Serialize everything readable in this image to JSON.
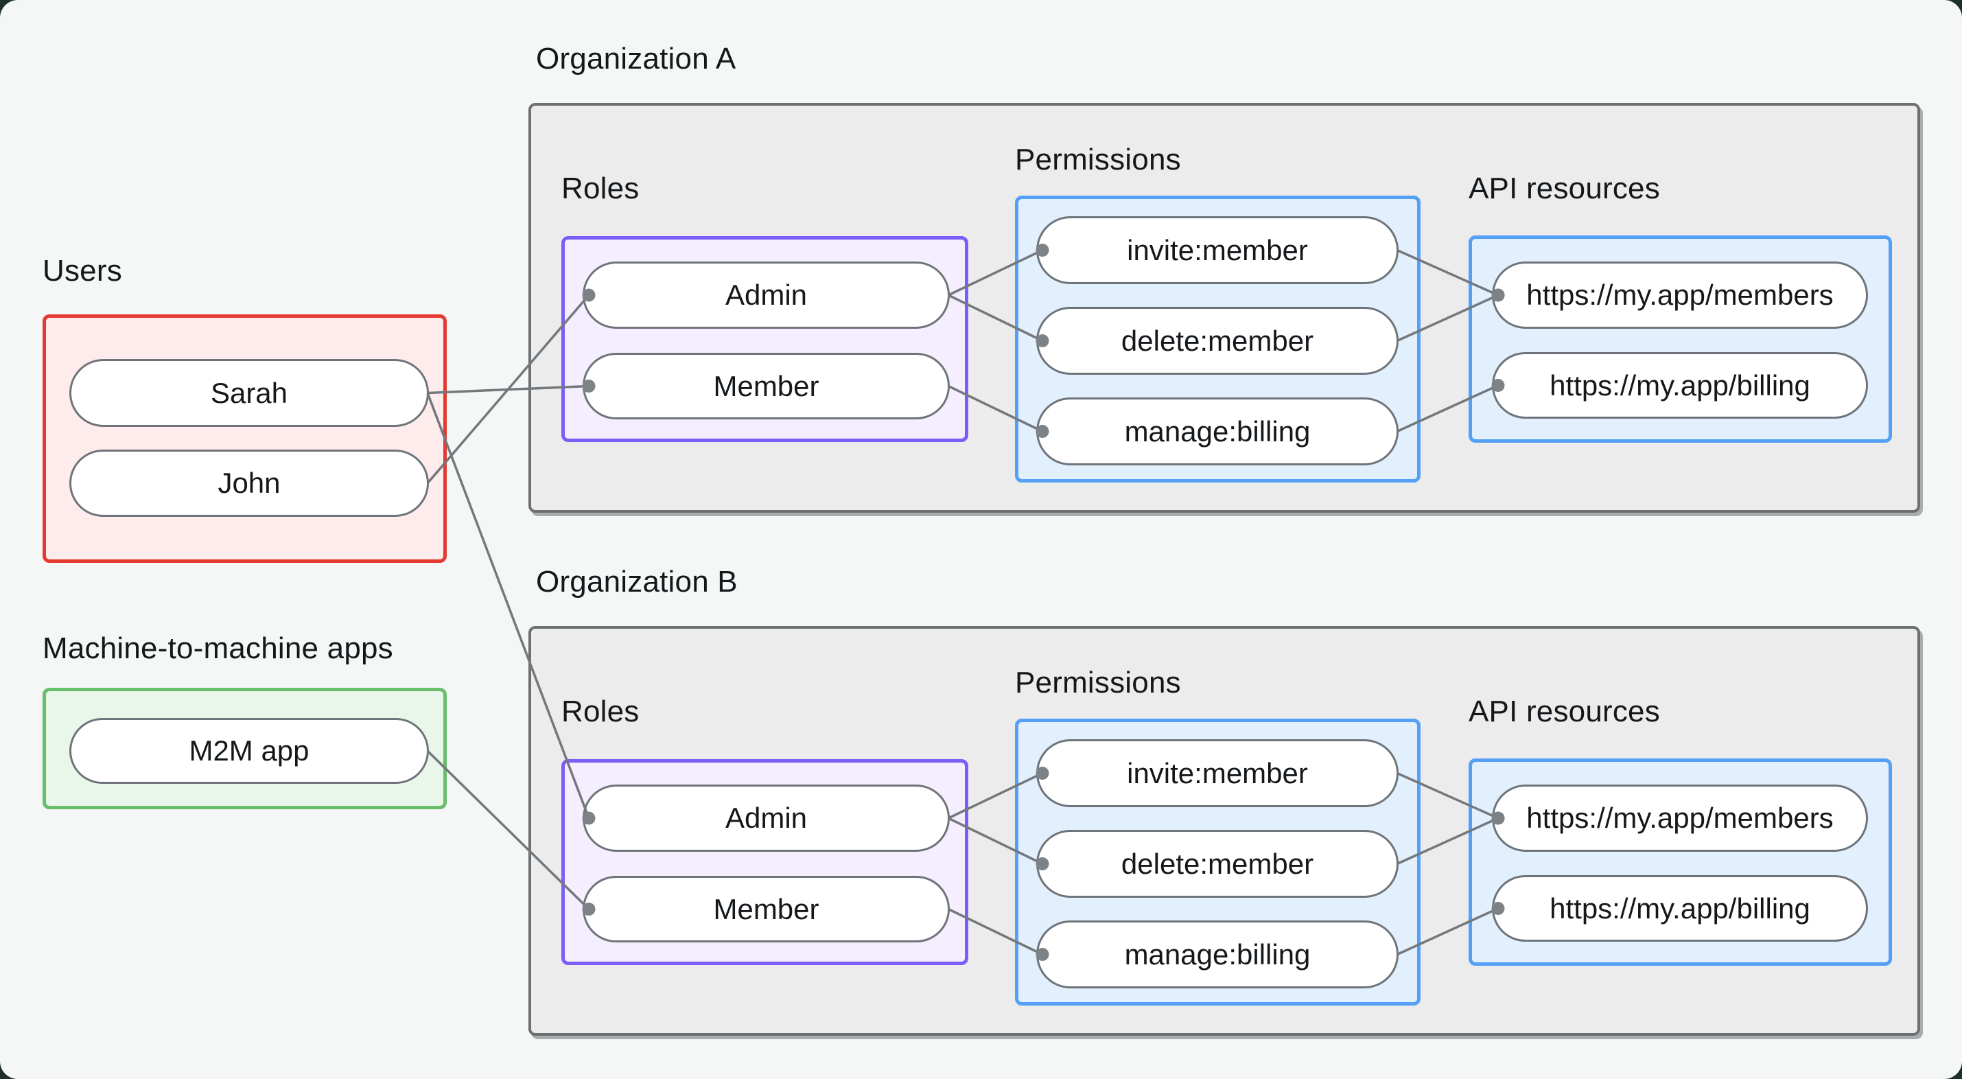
{
  "canvas": {
    "background": "#f5f7f6",
    "frame_color": "#1d3127"
  },
  "colors": {
    "org_fill": "#ececec",
    "org_border": "#6c7073",
    "users_fill": "#fdeceb",
    "users_border": "#e33b31",
    "m2m_fill": "#e9f6ea",
    "m2m_border": "#68bf6b",
    "roles_fill": "#f4eefe",
    "roles_border": "#7b5ef7",
    "blue_fill": "#e2f0fd",
    "blue_border": "#54a0f6",
    "pill_fill": "#ffffff",
    "pill_border": "#6f747a",
    "edge_line": "#74787c",
    "edge_dot": "#7d8287",
    "text": "#15181b"
  },
  "users": {
    "label": "Users",
    "nodes": [
      {
        "id": "sarah",
        "label": "Sarah"
      },
      {
        "id": "john",
        "label": "John"
      }
    ]
  },
  "m2m": {
    "label": "Machine-to-machine apps",
    "nodes": [
      {
        "id": "m2m",
        "label": "M2M app"
      }
    ]
  },
  "org_a": {
    "label": "Organization A",
    "roles_label": "Roles",
    "permissions_label": "Permissions",
    "api_label": "API resources",
    "roles": [
      {
        "id": "a-admin",
        "label": "Admin"
      },
      {
        "id": "a-member",
        "label": "Member"
      }
    ],
    "permissions": [
      {
        "id": "a-invite",
        "label": "invite:member"
      },
      {
        "id": "a-delete",
        "label": "delete:member"
      },
      {
        "id": "a-manage",
        "label": "manage:billing"
      }
    ],
    "api": [
      {
        "id": "a-members",
        "label": "https://my.app/members"
      },
      {
        "id": "a-billing",
        "label": "https://my.app/billing"
      }
    ]
  },
  "org_b": {
    "label": "Organization B",
    "roles_label": "Roles",
    "permissions_label": "Permissions",
    "api_label": "API resources",
    "roles": [
      {
        "id": "b-admin",
        "label": "Admin"
      },
      {
        "id": "b-member",
        "label": "Member"
      }
    ],
    "permissions": [
      {
        "id": "b-invite",
        "label": "invite:member"
      },
      {
        "id": "b-delete",
        "label": "delete:member"
      },
      {
        "id": "b-manage",
        "label": "manage:billing"
      }
    ],
    "api": [
      {
        "id": "b-members",
        "label": "https://my.app/members"
      },
      {
        "id": "b-billing",
        "label": "https://my.app/billing"
      }
    ]
  },
  "edges": [
    {
      "from": "sarah",
      "to": "a-member"
    },
    {
      "from": "john",
      "to": "a-admin"
    },
    {
      "from": "sarah",
      "to": "b-admin"
    },
    {
      "from": "m2m",
      "to": "b-member"
    },
    {
      "from": "a-admin",
      "to": "a-invite"
    },
    {
      "from": "a-admin",
      "to": "a-delete"
    },
    {
      "from": "a-member",
      "to": "a-manage"
    },
    {
      "from": "a-invite",
      "to": "a-members"
    },
    {
      "from": "a-delete",
      "to": "a-members"
    },
    {
      "from": "a-manage",
      "to": "a-billing"
    },
    {
      "from": "b-admin",
      "to": "b-invite"
    },
    {
      "from": "b-admin",
      "to": "b-delete"
    },
    {
      "from": "b-member",
      "to": "b-manage"
    },
    {
      "from": "b-invite",
      "to": "b-members"
    },
    {
      "from": "b-delete",
      "to": "b-members"
    },
    {
      "from": "b-manage",
      "to": "b-billing"
    }
  ]
}
